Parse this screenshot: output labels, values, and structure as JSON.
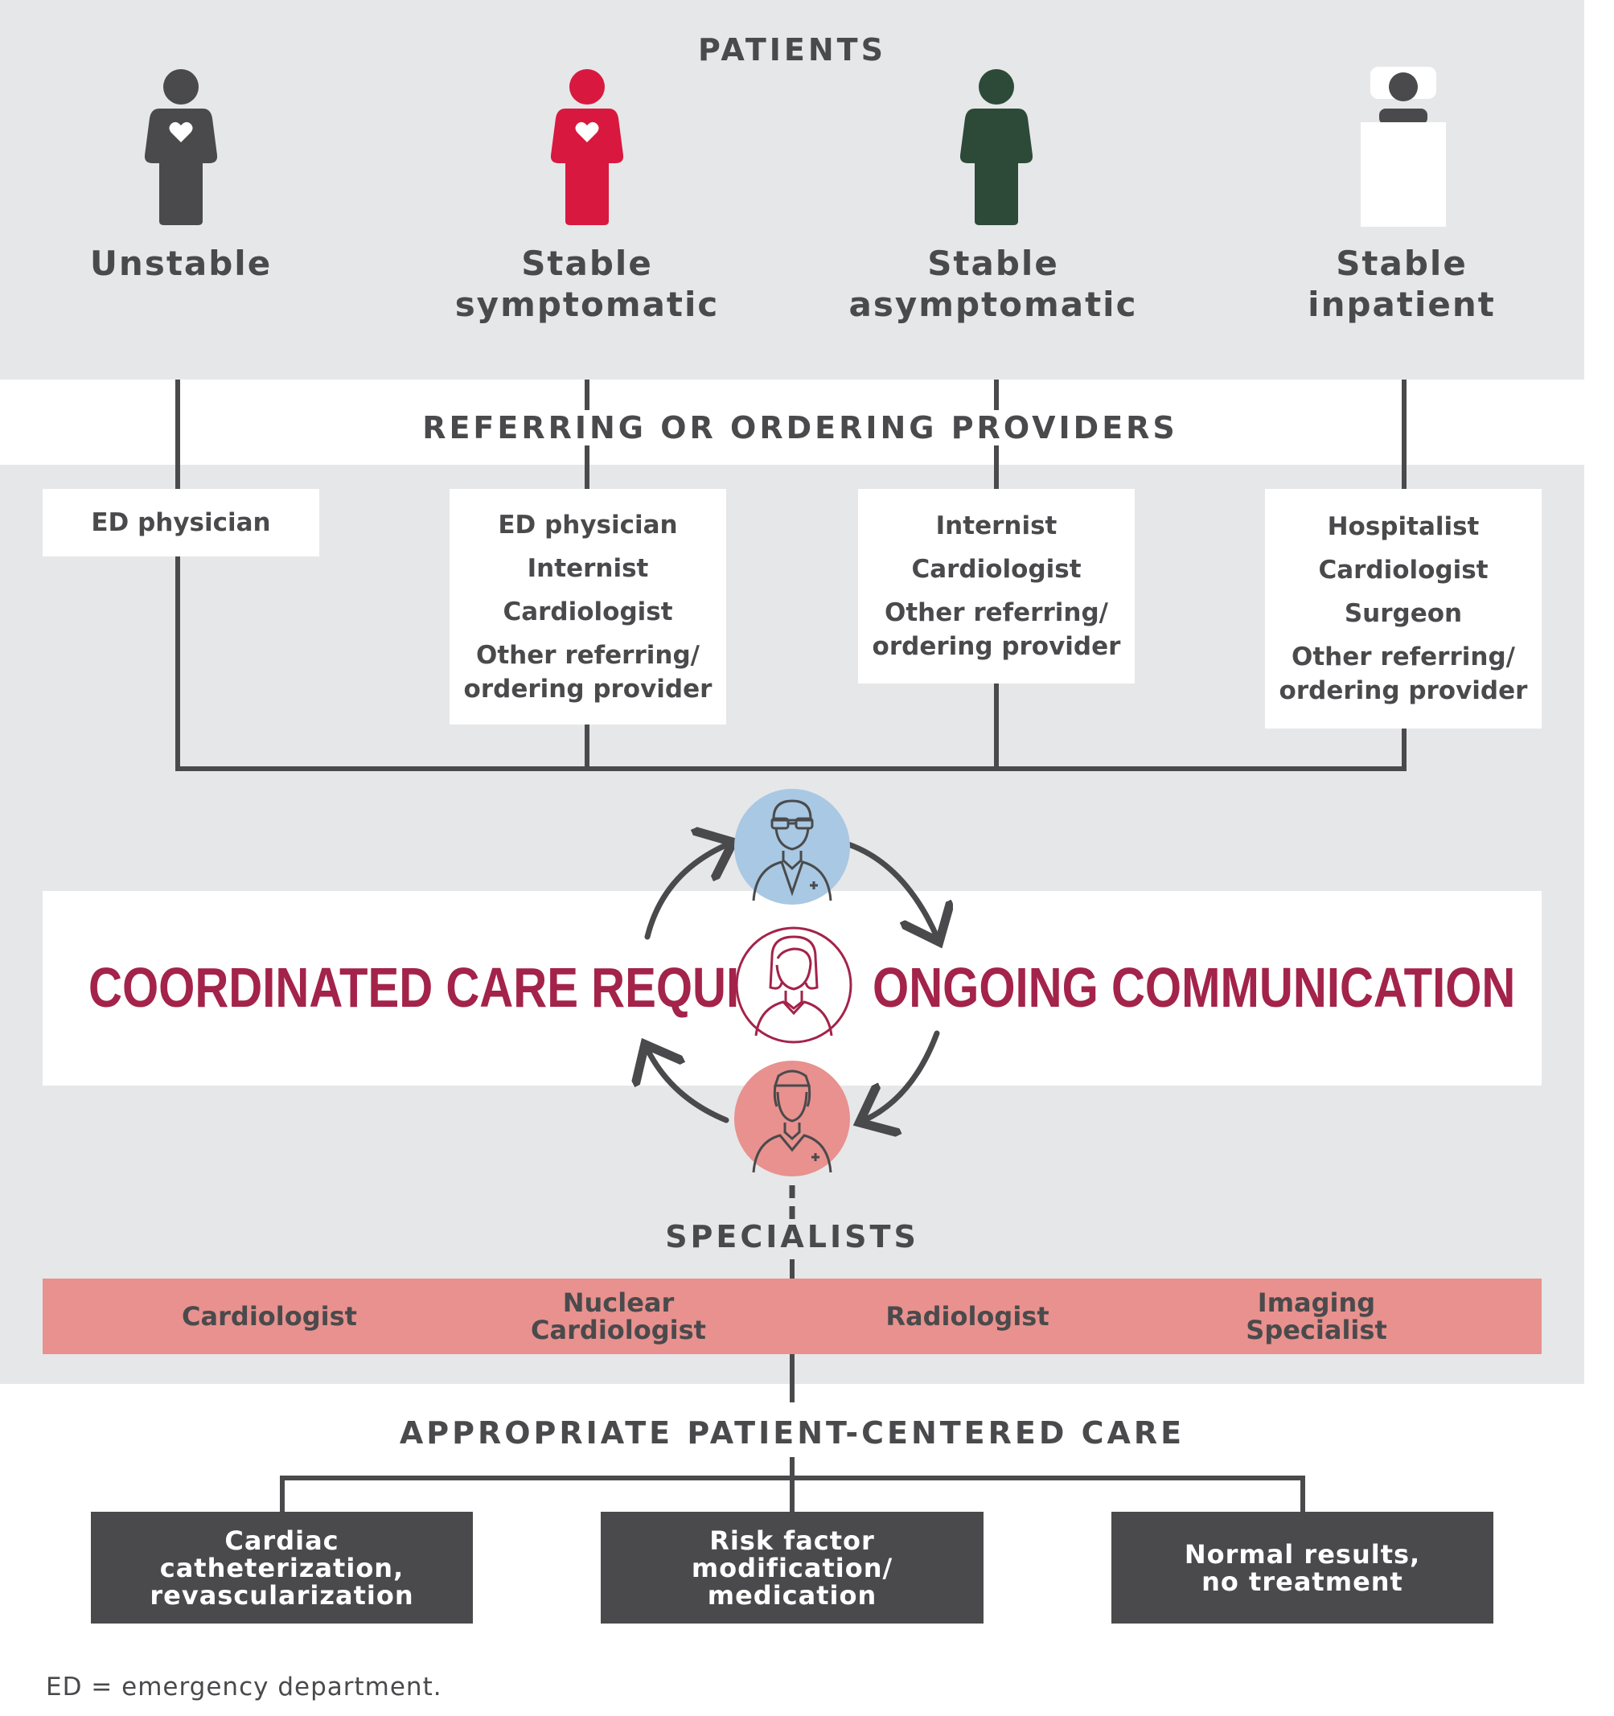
{
  "patients": {
    "header": "PATIENTS",
    "types": [
      {
        "line1": "Unstable",
        "line2": "",
        "color": "#4a4a4c"
      },
      {
        "line1": "Stable",
        "line2": "symptomatic",
        "color": "#d9183f"
      },
      {
        "line1": "Stable",
        "line2": "asymptomatic",
        "color": "#2d4a38"
      },
      {
        "line1": "Stable",
        "line2": "inpatient",
        "color": "#4a4a4c"
      }
    ]
  },
  "providers": {
    "header": "REFERRING OR ORDERING PROVIDERS",
    "columns": [
      [
        "ED physician"
      ],
      [
        "ED physician",
        "Internist",
        "Cardiologist",
        "Other referring/\nordering provider"
      ],
      [
        "Internist",
        "Cardiologist",
        "Other referring/\nordering provider"
      ],
      [
        "Hospitalist",
        "Cardiologist",
        "Surgeon",
        "Other referring/\nordering provider"
      ]
    ]
  },
  "coordination": {
    "left_text": "COORDINATED CARE REQUIRES",
    "right_text": "ONGOING COMMUNICATION",
    "accent": "#a3234a",
    "icons": [
      "doctor-icon",
      "patient-icon",
      "nurse-icon"
    ]
  },
  "specialists": {
    "header": "SPECIALISTS",
    "items": [
      "Cardiologist",
      "Nuclear\nCardiologist",
      "Radiologist",
      "Imaging\nSpecialist"
    ],
    "bar_color": "#e8918e"
  },
  "outcomes": {
    "header": "APPROPRIATE PATIENT-CENTERED CARE",
    "items": [
      "Cardiac\ncatheterization,\nrevascularization",
      "Risk factor\nmodification/\nmedication",
      "Normal results,\nno treatment"
    ]
  },
  "footnote": "ED = emergency department."
}
